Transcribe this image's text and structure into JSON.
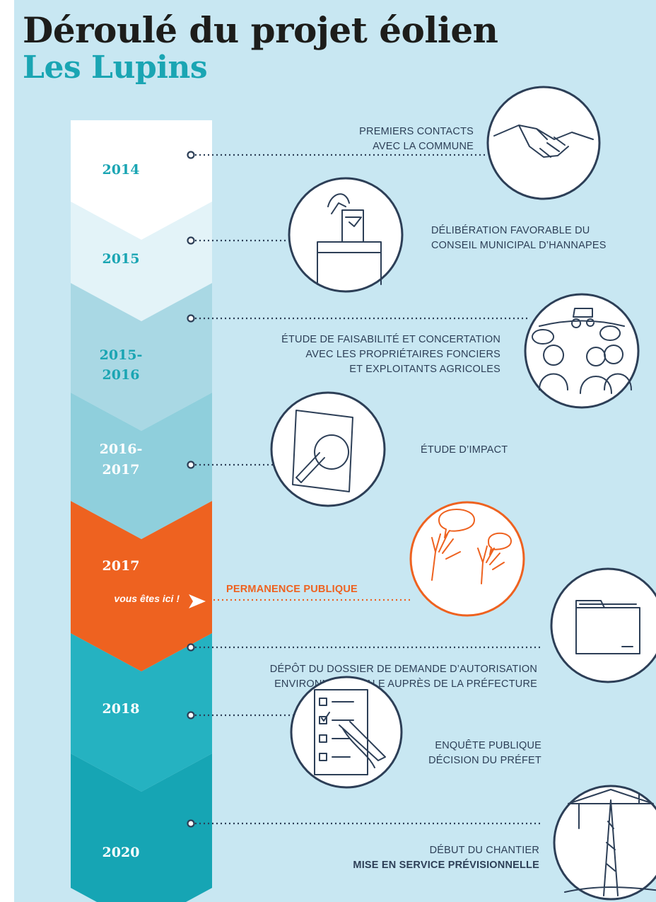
{
  "title": {
    "line1": "Déroulé du projet éolien",
    "line2": "Les Lupins"
  },
  "timeline": [
    {
      "year_lines": [
        "2014"
      ],
      "color": "#ffffff",
      "text_color": "#1aa5b3"
    },
    {
      "year_lines": [
        "2015"
      ],
      "color": "#e3f3f8",
      "text_color": "#1aa5b3"
    },
    {
      "year_lines": [
        "2015-",
        "2016"
      ],
      "color": "#a9d8e4",
      "text_color": "#1aa5b3"
    },
    {
      "year_lines": [
        "2016-",
        "2017"
      ],
      "color": "#8fcfdc",
      "text_color": "#ffffff"
    },
    {
      "year_lines": [
        "2017"
      ],
      "color": "#ee6220",
      "text_color": "#ffffff",
      "here_label": "vous êtes ici !"
    },
    {
      "year_lines": [
        "2018"
      ],
      "color": "#25b2c1",
      "text_color": "#ffffff"
    },
    {
      "year_lines": [
        "2020"
      ],
      "color": "#16a5b4",
      "text_color": "#ffffff"
    }
  ],
  "milestones": [
    {
      "lines": [
        "PREMIERS CONTACTS",
        "AVEC LA COMMUNE"
      ],
      "icon": "handshake-icon"
    },
    {
      "lines": [
        "DÉLIBÉRATION FAVORABLE DU",
        "CONSEIL MUNICIPAL D’HANNAPES"
      ],
      "icon": "ballot-box-icon"
    },
    {
      "lines": [
        "ÉTUDE DE FAISABILITÉ ET CONCERTATION",
        "AVEC LES PROPRIÉTAIRES FONCIERS",
        "ET EXPLOITANTS AGRICOLES"
      ],
      "icon": "farmers-tractor-icon"
    },
    {
      "lines": [
        "ÉTUDE D’IMPACT"
      ],
      "icon": "magnifier-icon"
    },
    {
      "lines": [
        "PERMANENCE PUBLIQUE"
      ],
      "icon": "raised-hands-icon",
      "highlight": true
    },
    {
      "lines": [
        "DÉPÔT DU DOSSIER DE DEMANDE D’AUTORISATION",
        "ENVIRONNEMENTALE AUPRÈS DE LA PRÉFECTURE"
      ],
      "icon": "folder-icon"
    },
    {
      "lines": [
        "ENQUÊTE PUBLIQUE",
        "DÉCISION DU PRÉFET"
      ],
      "icon": "checklist-icon"
    },
    {
      "lines": [
        "DÉBUT DU CHANTIER",
        "MISE EN SERVICE PRÉVISIONNELLE"
      ],
      "icon": "crane-icon",
      "bold_last_line": true
    }
  ],
  "colors": {
    "background": "#c8e7f2",
    "ink": "#2d3f57",
    "accent_orange": "#ee6220",
    "accent_teal": "#1aa5b3"
  }
}
